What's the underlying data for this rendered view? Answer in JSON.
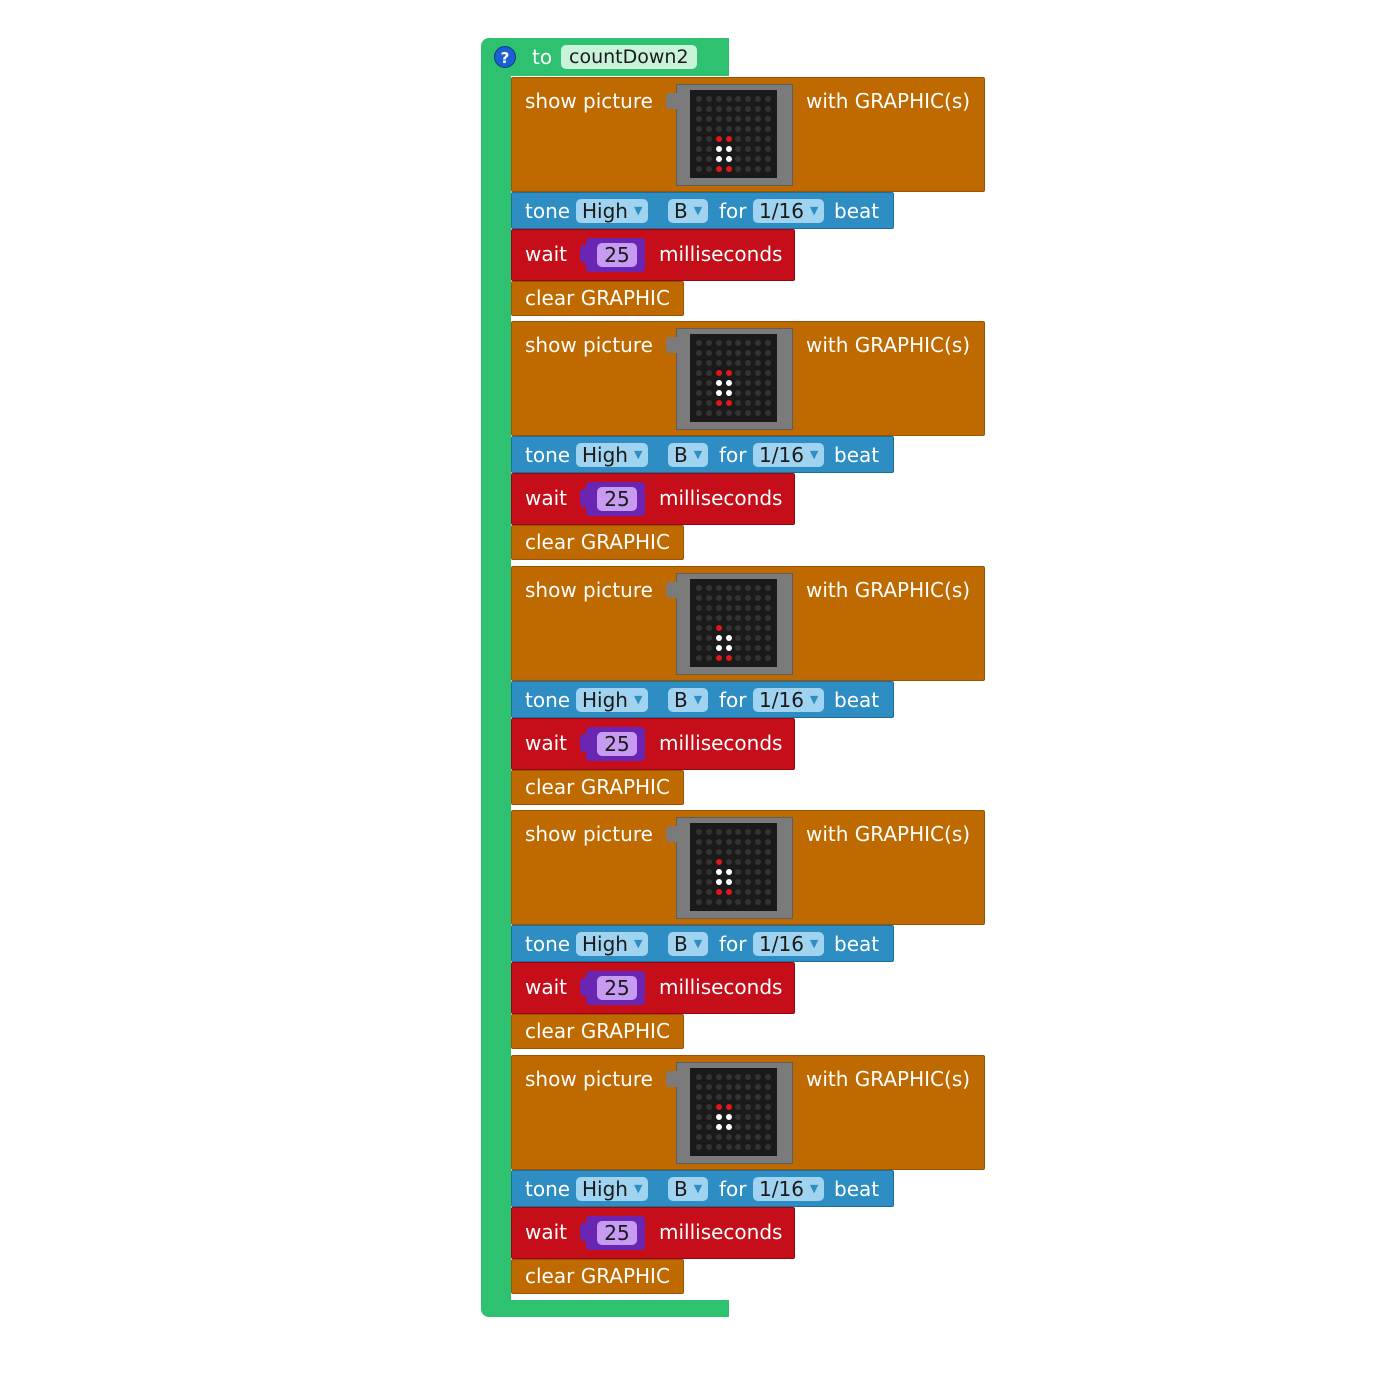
{
  "procedure": {
    "help_icon": "?",
    "keyword": "to",
    "name": "countDown2"
  },
  "labels": {
    "show_picture": "show picture",
    "with_graphic": "with GRAPHIC(s)",
    "tone": "tone",
    "tone_level": "High",
    "note": "B",
    "for": "for",
    "duration": "1/16",
    "beat": "beat",
    "wait": "wait",
    "wait_value": "25",
    "milliseconds": "milliseconds",
    "clear_graphic": "clear GRAPHIC"
  },
  "colors": {
    "procedure": "#2ec16f",
    "display_block": "#bf6a00",
    "sound_block": "#2e8ec4",
    "control_block": "#c50e1a",
    "number_socket": "#6a25b3",
    "led_red": "#e01818",
    "led_white": "#ffffff"
  },
  "icons": [
    "help-icon",
    "dropdown-arrow-icon"
  ],
  "pictures": [
    {
      "grid": [
        "........",
        "........",
        "........",
        "........",
        "..rr....",
        "..ww....",
        "..ww....",
        "..rr...."
      ]
    },
    {
      "grid": [
        "........",
        "........",
        "........",
        "..rr....",
        "..ww....",
        "..ww....",
        "..rr....",
        "........"
      ]
    },
    {
      "grid": [
        "........",
        "........",
        "........",
        "........",
        "..r.....",
        "..ww....",
        "..ww....",
        "..rr...."
      ]
    },
    {
      "grid": [
        "........",
        "........",
        "........",
        "..r.....",
        "..ww....",
        "..ww....",
        "..rr....",
        "........"
      ]
    },
    {
      "grid": [
        "........",
        "........",
        "........",
        "..rr....",
        "..ww....",
        "..ww....",
        "........",
        "........"
      ]
    }
  ]
}
